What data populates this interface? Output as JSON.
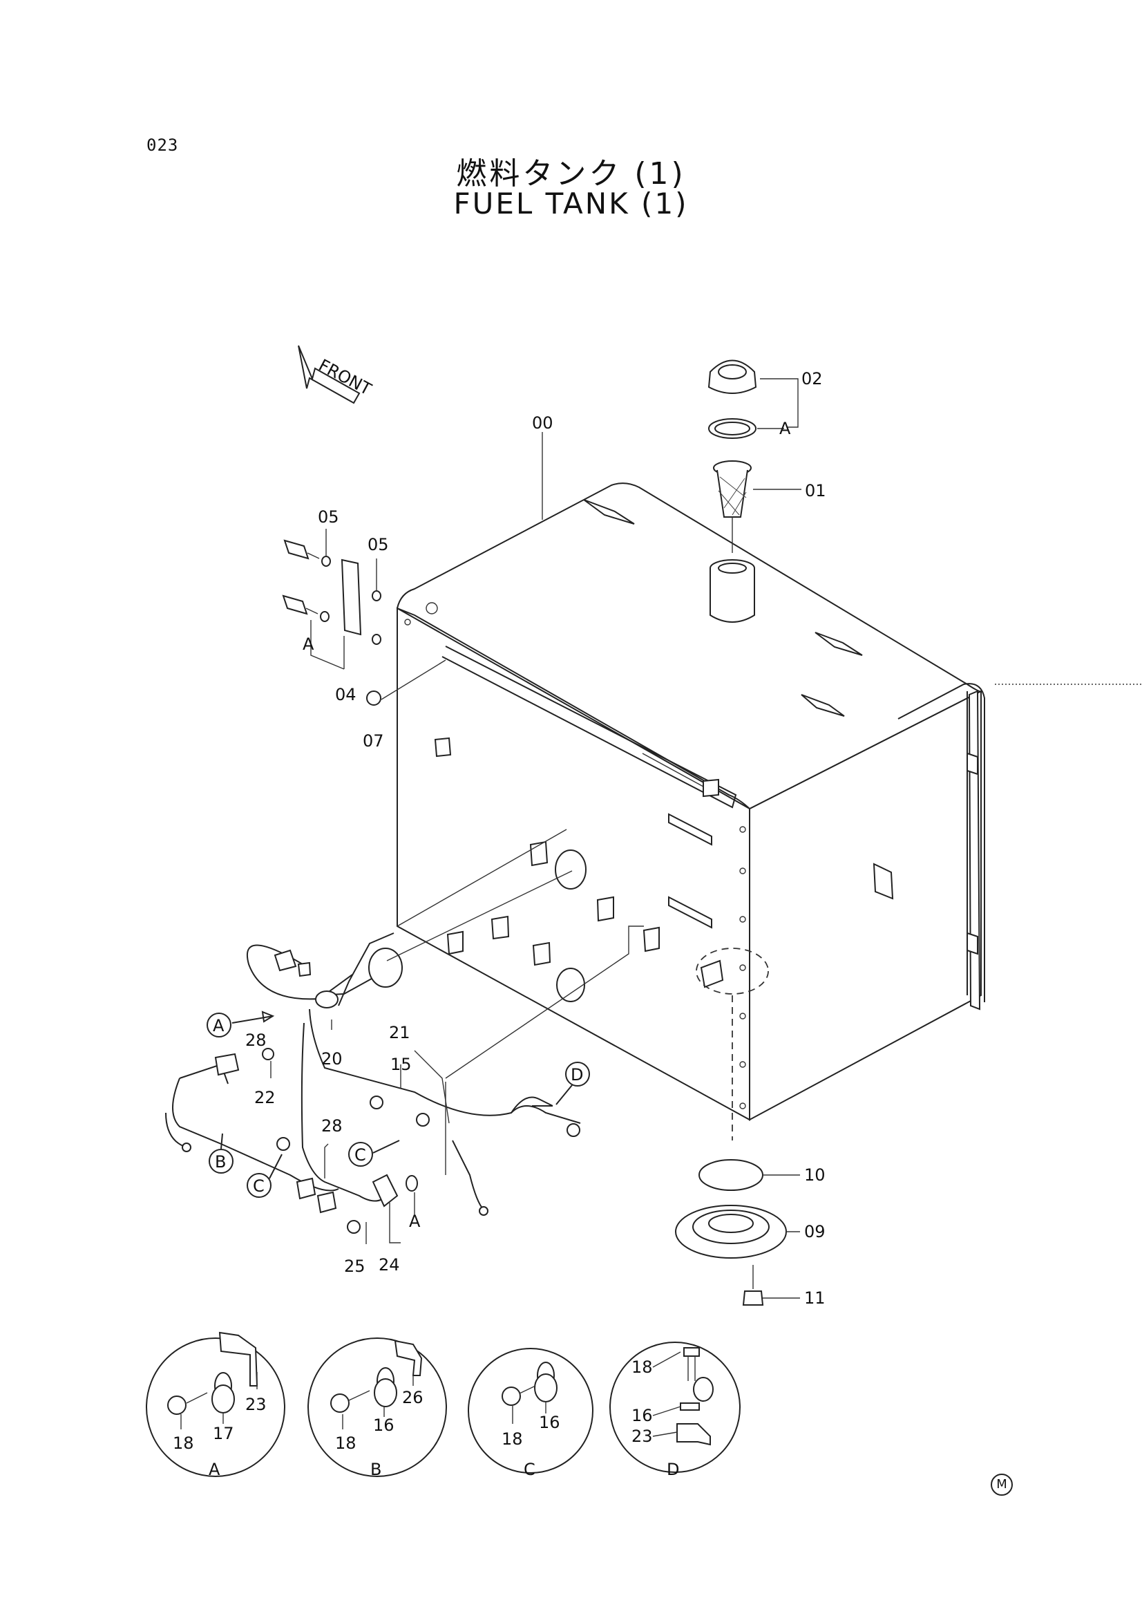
{
  "page": {
    "number": "023",
    "title_jp": "燃料タンク (1)",
    "title_en": "FUEL TANK (1)",
    "front_label": "FRONT",
    "mark": "M"
  },
  "parts": {
    "p00": "00",
    "p01": "01",
    "p02": "02",
    "p04": "04",
    "p05a": "05",
    "p05b": "05",
    "p07": "07",
    "p09": "09",
    "p10": "10",
    "p11": "11",
    "p15": "15",
    "p20": "20",
    "p21": "21",
    "p22": "22",
    "p24": "24",
    "p25": "25",
    "p28a": "28",
    "p28b": "28"
  },
  "refs": {
    "a_cap": "A",
    "a_bolt": "A",
    "a_sender": "A",
    "c1": "A",
    "c2": "B",
    "c3": "C",
    "c4": "C",
    "c5": "D"
  },
  "details": [
    {
      "letter": "A",
      "labels": [
        "18",
        "17",
        "23"
      ]
    },
    {
      "letter": "B",
      "labels": [
        "18",
        "16",
        "26"
      ]
    },
    {
      "letter": "C",
      "labels": [
        "18",
        "16"
      ]
    },
    {
      "letter": "D",
      "labels": [
        "18",
        "16",
        "23"
      ]
    }
  ]
}
